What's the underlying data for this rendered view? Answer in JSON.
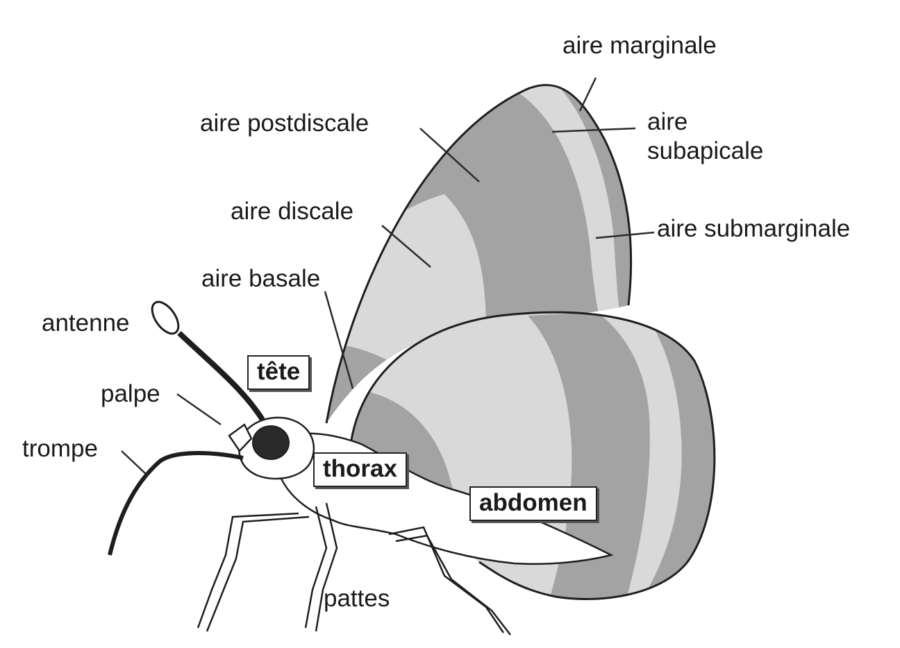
{
  "labels": {
    "aire_marginale": "aire marginale",
    "aire_postdiscale": "aire postdiscale",
    "aire_subapicale_1": "aire",
    "aire_subapicale_2": "subapicale",
    "aire_discale": "aire discale",
    "aire_submarginale": "aire submarginale",
    "aire_basale": "aire basale",
    "antenne": "antenne",
    "palpe": "palpe",
    "trompe": "trompe",
    "pattes": "pattes"
  },
  "body_parts": {
    "tete": "tête",
    "thorax": "thorax",
    "abdomen": "abdomen"
  },
  "colors": {
    "dark_band": "#a3a3a3",
    "light_band": "#d9d9d9",
    "outline": "#1e1e1e",
    "body": "#ffffff"
  }
}
